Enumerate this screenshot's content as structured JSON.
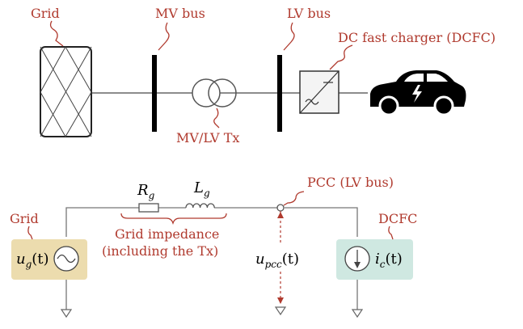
{
  "single_line": {
    "grid_label": "Grid",
    "mv_bus_label": "MV bus",
    "lv_bus_label": "LV bus",
    "charger_label": "DC fast charger (DCFC)",
    "transformer_label": "MV/LV Tx"
  },
  "circuit": {
    "grid_label": "Grid",
    "dcfc_label": "DCFC",
    "pcc_label": "PCC (LV bus)",
    "impedance_label_line1": "Grid impedance",
    "impedance_label_line2": "(including the Tx)",
    "resistor": {
      "symbol": "R",
      "subscript": "g"
    },
    "inductor": {
      "symbol": "L",
      "subscript": "g"
    },
    "grid_source": {
      "symbol": "u",
      "subscript": "g",
      "suffix": "(t)"
    },
    "charger_source": {
      "symbol": "i",
      "subscript": "c",
      "suffix": "(t)"
    },
    "pcc_voltage": {
      "symbol": "u",
      "subscript": "pcc",
      "suffix": "(t)"
    }
  },
  "colors": {
    "annotation": "#b03a2e",
    "grid_source_fill": "#ecdcae",
    "charger_source_fill": "#cfe8e1"
  }
}
